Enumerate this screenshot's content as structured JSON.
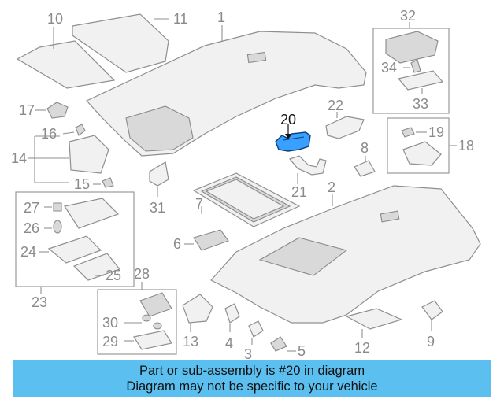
{
  "callouts": {
    "n1": "1",
    "n2": "2",
    "n3": "3",
    "n4": "4",
    "n5": "5",
    "n6": "6",
    "n7": "7",
    "n8": "8",
    "n9": "9",
    "n10": "10",
    "n11": "11",
    "n12": "12",
    "n13": "13",
    "n14": "14",
    "n15": "15",
    "n16": "16",
    "n17": "17",
    "n18": "18",
    "n19": "19",
    "n20": "20",
    "n21": "21",
    "n22": "22",
    "n23": "23",
    "n24": "24",
    "n25": "25",
    "n26": "26",
    "n27": "27",
    "n28": "28",
    "n29": "29",
    "n30": "30",
    "n31": "31",
    "n32": "32",
    "n33": "33",
    "n34": "34"
  },
  "highlight_color": "#3aa0ff",
  "banner": {
    "line1": "Part or sub-assembly is #20 in diagram",
    "line2": "Diagram may not be specific to your vehicle",
    "color": "#5bc0f0"
  }
}
